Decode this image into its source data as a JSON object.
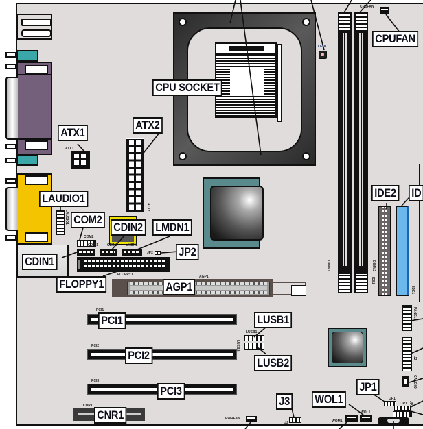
{
  "title": "Motherboard Layout",
  "labels": {
    "cpu_socket": "CPU SOCKET",
    "cpufan": "CPUFAN",
    "atx1": "ATX1",
    "atx2": "ATX2",
    "laudio1": "LAUDIO1",
    "com2": "COM2",
    "cdin2": "CDIN2",
    "lmdn1": "LMDN1",
    "jp2": "JP2",
    "cdin1": "CDIN1",
    "floppy1": "FLOPPY1",
    "agp1": "AGP1",
    "ide2": "IDE2",
    "ide1": "ID",
    "pci1": "PCI1",
    "pci2": "PCI2",
    "pci3": "PCI3",
    "lusb1": "LUSB1",
    "lusb2": "LUSB2",
    "cnr1": "CNR1",
    "j3": "J3",
    "wol1": "WOL1",
    "jp1": "JP1"
  },
  "silkscreen": {
    "led1": "LED1",
    "cpufan": "CPUFAN",
    "atx1": "ATX1",
    "atx2": "ATX2",
    "laudio1": "LAUDIO1",
    "com2": "COM2",
    "cdin1": "CDIN1",
    "cdin2": "CDIN2",
    "lmdn1": "LMDN1",
    "jp2": "JP2",
    "floppy1": "FLOPPY1",
    "agp1": "AGP1",
    "dimm1": "DIMM1",
    "dimm2": "DIMM2",
    "ide2": "IDE2",
    "ide1": "IDE1",
    "pci1": "PCI1",
    "pci2": "PCI2",
    "pci3": "PCI3",
    "lusb1": "LUSB1",
    "lusb2": "LUSB2",
    "cnr1": "CNR1",
    "pwrfan": "PWRFAN",
    "j3": "J3",
    "wol1": "WOL1",
    "wom1": "WOM1",
    "jp1": "JP1",
    "panel1": "PANEL1",
    "j2": "J2",
    "caudio": "CAUDIO",
    "lir1": "LIR1",
    "jp3": "JP3"
  },
  "colors": {
    "board": "#e1dcdc",
    "parallel_port": "#74607a",
    "serial_port": "#f5c400",
    "ps2_teal": "#3aa7a8",
    "chipset_frame": "#5a8a8c",
    "ide1": "#6ab8ec",
    "ide2": "#6a6464",
    "cdin2_highlight": "#f0e000"
  }
}
